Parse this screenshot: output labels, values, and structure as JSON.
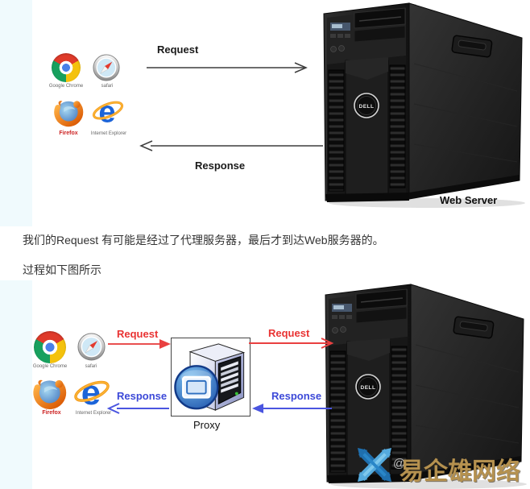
{
  "diagram_top": {
    "request_label": "Request",
    "response_label": "Response",
    "server_caption": "Web Server"
  },
  "browser_labels": {
    "chrome": "Google Chrome",
    "safari": "safari",
    "firefox": "Firefox",
    "ie": "Internet Explorer"
  },
  "server": {
    "badge_text": "DELL"
  },
  "paragraphs": {
    "p1": "我们的Request 有可能是经过了代理服务器，最后才到达Web服务器的。",
    "p2": "过程如下图所示"
  },
  "diagram_bottom": {
    "request_left_label": "Request",
    "request_right_label": "Request",
    "response_left_label": "Response",
    "response_right_label": "Response",
    "proxy_caption": "Proxy"
  },
  "watermark": {
    "site_name": "易企雄网络",
    "overlay_glyph": "@"
  },
  "icons": {
    "ie_glyph": "e",
    "chrome": "chrome-browser-icon",
    "safari": "safari-browser-icon",
    "firefox": "firefox-browser-icon",
    "ie": "internet-explorer-browser-icon",
    "web_server": "dell-tower-server-image",
    "proxy": "proxy-server-icon",
    "watermark_logo": "crossed-arrows-x-logo"
  },
  "colors": {
    "request_red": "#e93333",
    "response_blue": "#3c49d8",
    "arrow_dark": "#3d3d3d",
    "firefox_label_red": "#cc2222",
    "watermark_tan": "#b5914f",
    "watermark_blue": "#2a7fc0",
    "left_strip": "#f0fafd"
  }
}
